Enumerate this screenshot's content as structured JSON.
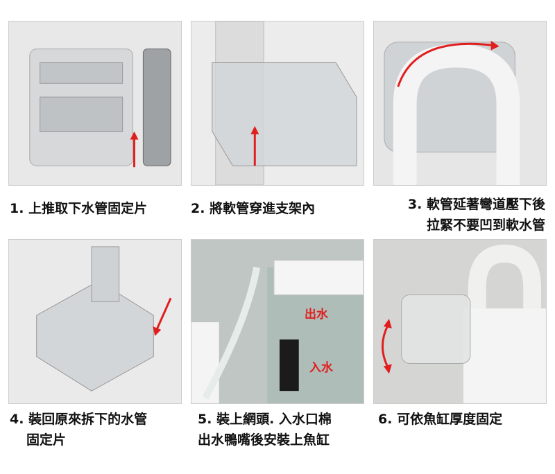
{
  "steps": [
    {
      "number": "1.",
      "caption_lines": [
        "上推取下水管固定片"
      ]
    },
    {
      "number": "2.",
      "caption_lines": [
        "將軟管穿進支架內"
      ]
    },
    {
      "number": "3.",
      "caption_lines": [
        "軟管延著彎道壓下後",
        "拉緊不要凹到軟水管"
      ]
    },
    {
      "number": "4.",
      "caption_lines": [
        "裝回原來拆下的水管",
        "固定片"
      ]
    },
    {
      "number": "5.",
      "caption_lines": [
        "裝上網頭. 入水口棉",
        "出水鴨嘴後安裝上魚缸"
      ]
    },
    {
      "number": "6.",
      "caption_lines": [
        "可依魚缸厚度固定"
      ]
    }
  ],
  "photo_labels": {
    "outlet": "出水",
    "inlet": "入水"
  },
  "colors": {
    "arrow": "#e01e1e",
    "panel_bg": "#e9e9e9",
    "tank_bg": "#c8cfcc"
  }
}
